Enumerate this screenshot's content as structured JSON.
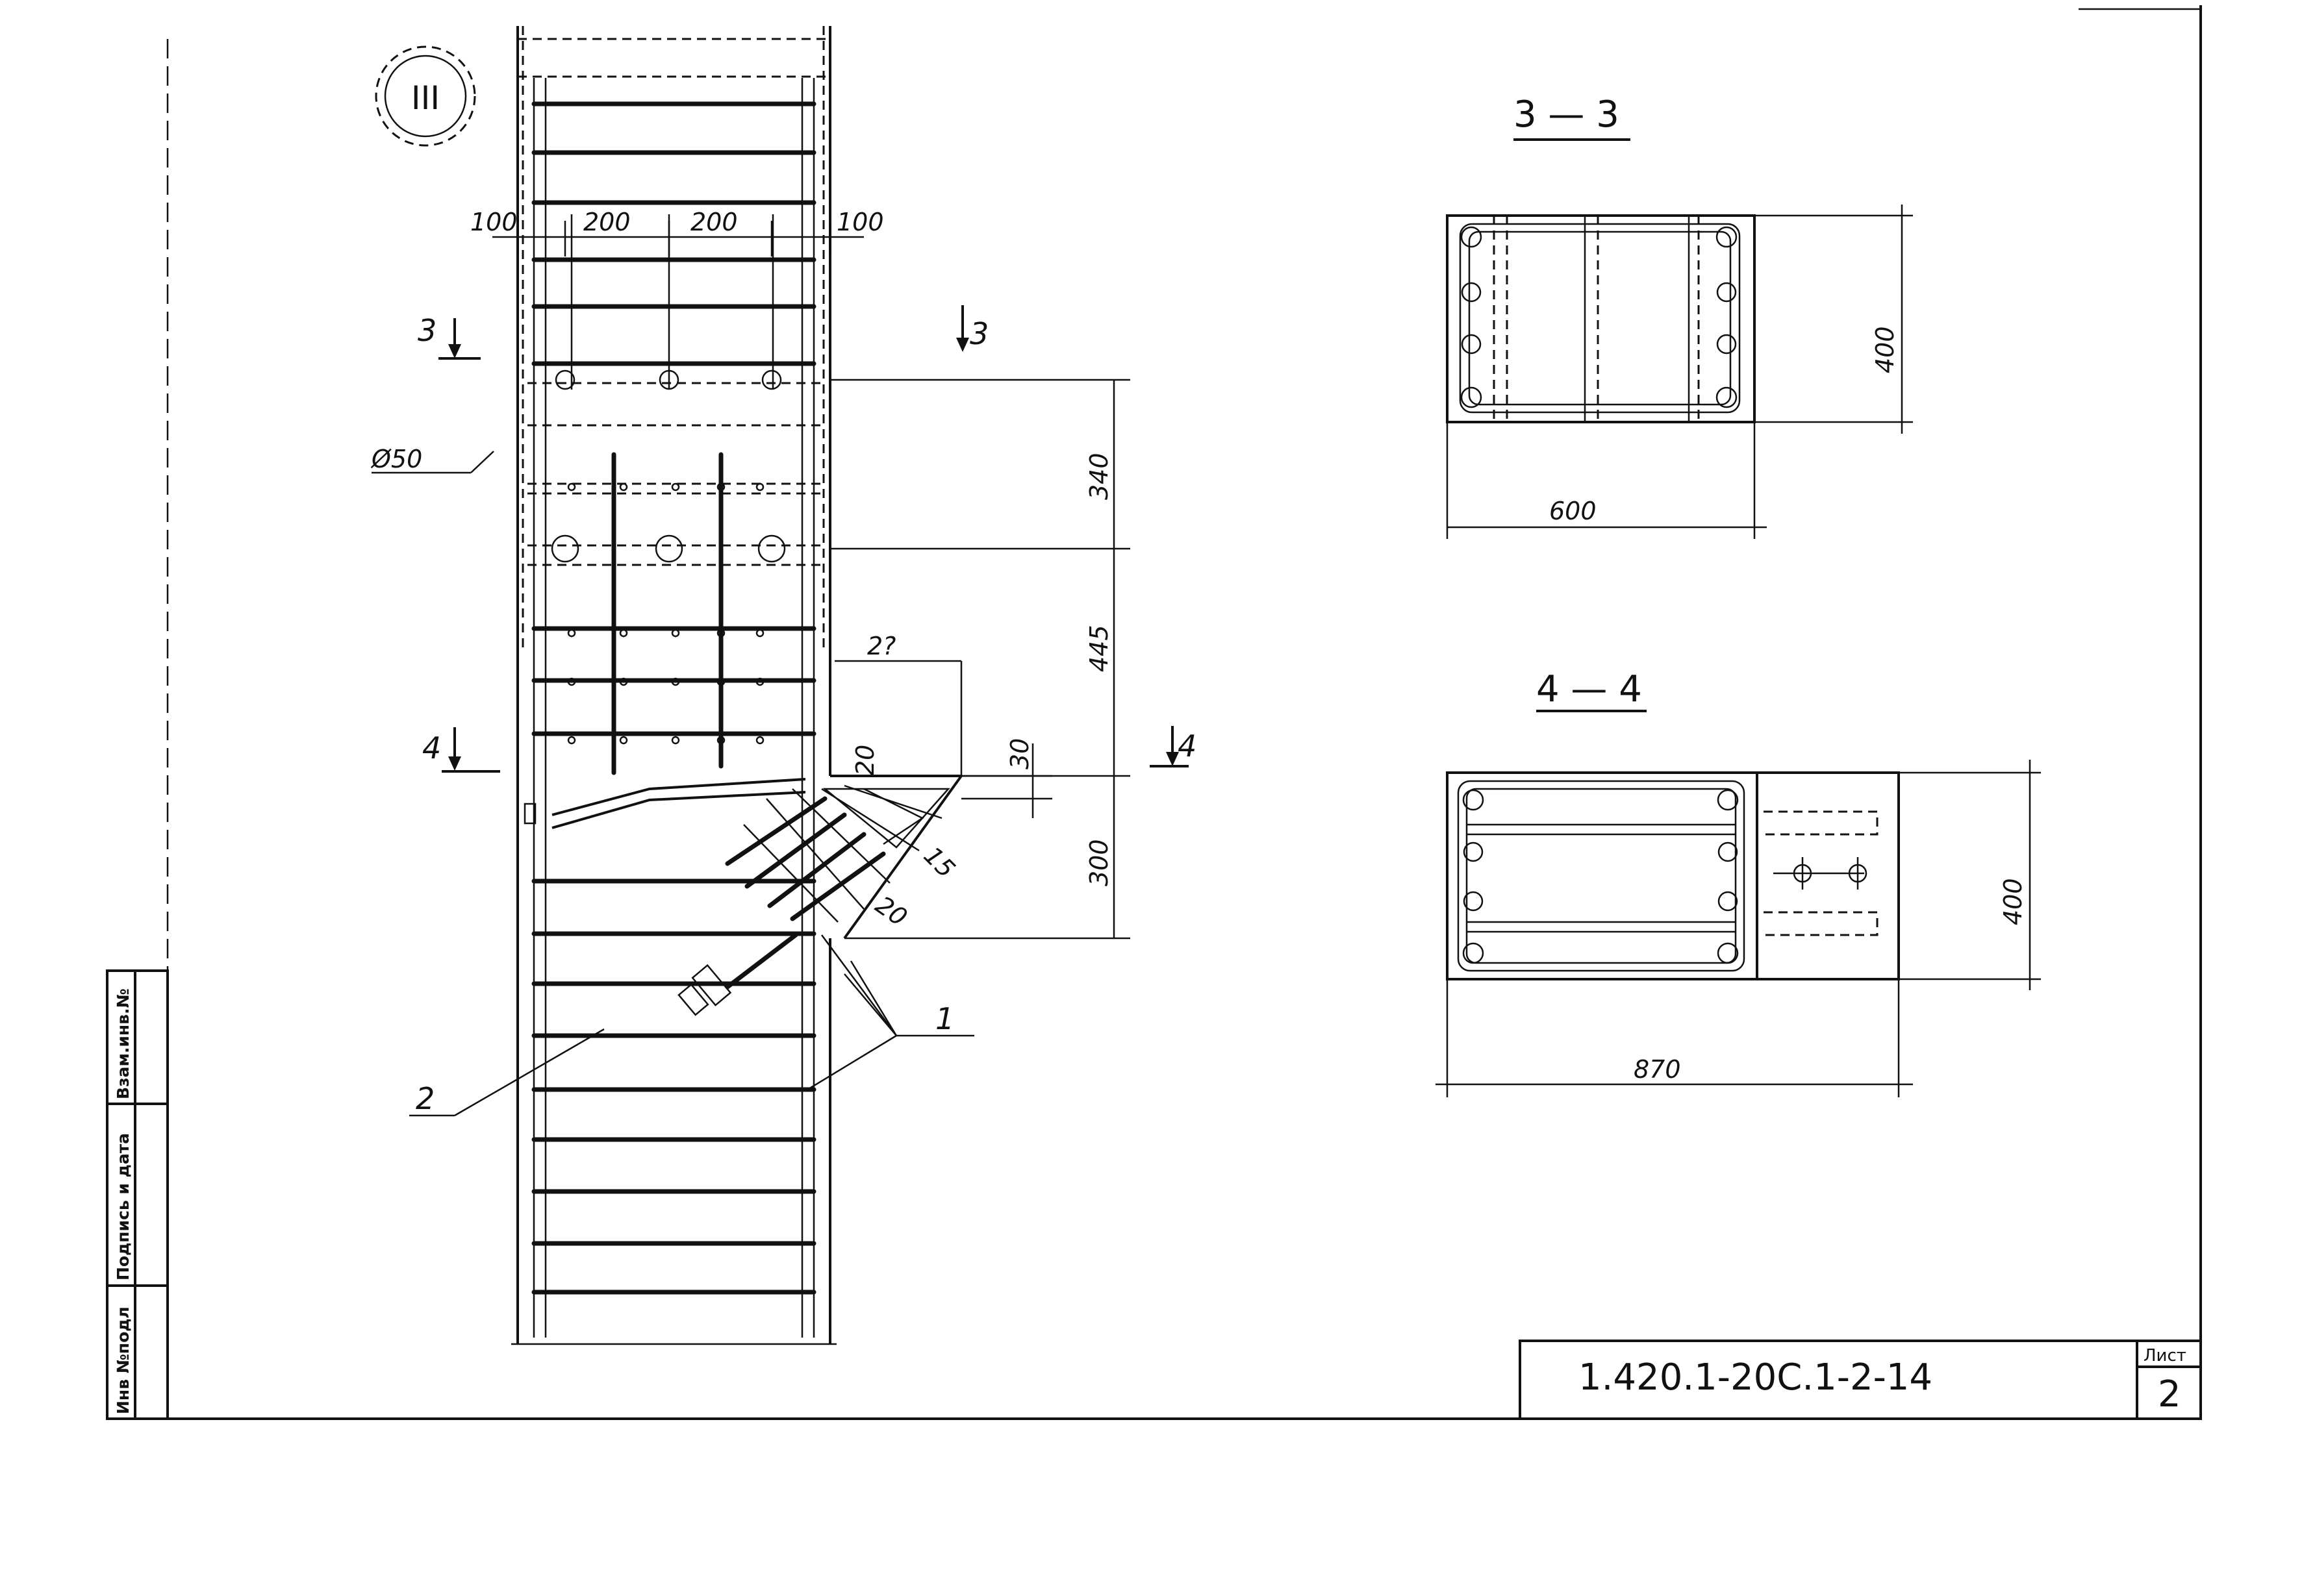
{
  "view_marker": "III",
  "elevation": {
    "dims_top": [
      "100",
      "200",
      "200",
      "100"
    ],
    "hole_dia": "Ø50",
    "dims_right": [
      "340",
      "445",
      "300"
    ],
    "dims_small": [
      "20",
      "30",
      "15",
      "20"
    ],
    "dim_partial": "2?",
    "leaders": [
      "1",
      "2"
    ],
    "cut_3": "3",
    "cut_4": "4"
  },
  "section_3": {
    "title": "3 — 3",
    "width": "600",
    "height": "400"
  },
  "section_4": {
    "title": "4 — 4",
    "width": "870",
    "height": "400"
  },
  "stamp": {
    "code": "1.420.1-20С.1-2-14",
    "sheet_label": "Лист",
    "sheet_number": "2"
  },
  "side_strip": {
    "inv_no": "Инв №подл",
    "signature": "Подпись и дата",
    "replace": "Взам.инв.№"
  }
}
